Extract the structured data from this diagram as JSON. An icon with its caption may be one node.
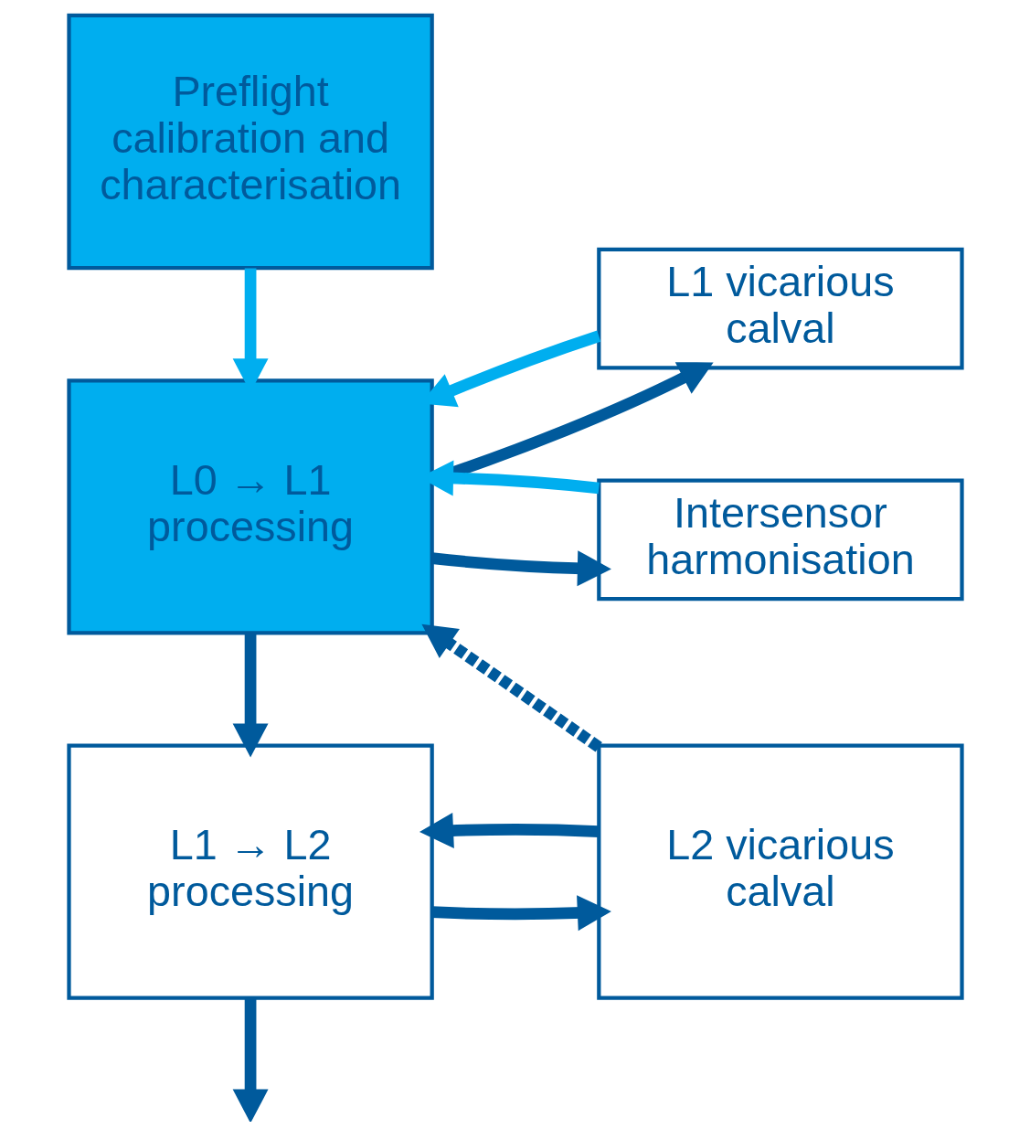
{
  "diagram": {
    "nodes": [
      {
        "text": [
          "Preflight calibration and characterisation"
        ]
      },
      {
        "text": [
          "L0 → L1 processing"
        ]
      },
      {
        "text": [
          "L1 vicarious calval"
        ]
      },
      {
        "text": [
          "Intersensor harmonisation"
        ]
      },
      {
        "text": [
          "L1 → L2 processing"
        ]
      },
      {
        "text": [
          "L2 vicarious calval"
        ]
      }
    ],
    "edges": [
      {
        "from": 0,
        "to": 1,
        "arrow": "to",
        "color": "#00aeef"
      },
      {
        "from": 1,
        "to": 2,
        "arrow": "to"
      },
      {
        "from": 1,
        "to": 3,
        "arrow": "to"
      },
      {
        "from": 1,
        "to": 4,
        "arrow": "to"
      },
      {
        "from": 2,
        "to": 1,
        "arrow": "to",
        "color": "#00aeef"
      },
      {
        "from": 3,
        "to": 1,
        "arrow": "to",
        "color": "#00aeef"
      },
      {
        "from": 4,
        "to": 5,
        "arrow": "to"
      },
      {
        "from": 5,
        "to": 4,
        "arrow": "to"
      },
      {
        "from": 5,
        "to": 1,
        "arrow": "to",
        "style": "dashed"
      },
      {
        "from": 4,
        "to": null,
        "arrow": "to"
      }
    ]
  }
}
